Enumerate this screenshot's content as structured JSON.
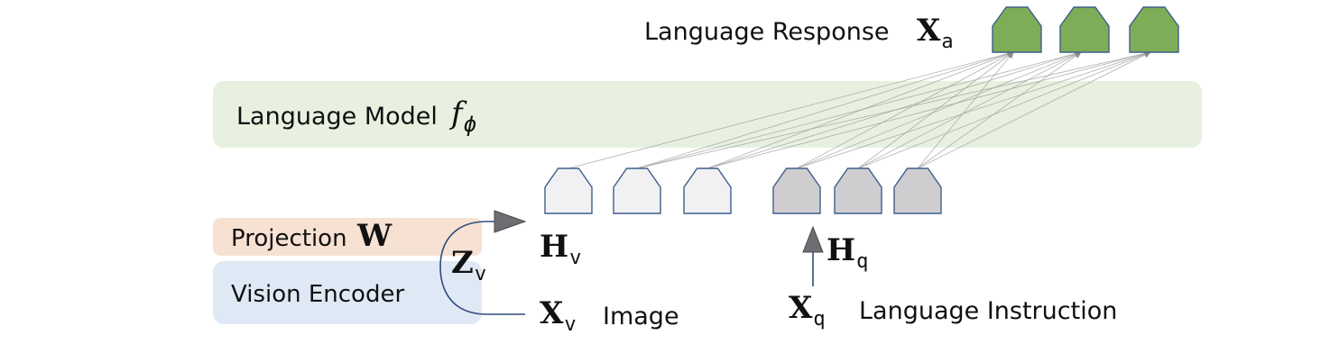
{
  "language_response": {
    "label": "Language Response",
    "symbol": "X",
    "subscript": "a"
  },
  "language_model": {
    "label": "Language Model",
    "symbol": "f",
    "subscript": "ϕ"
  },
  "projection": {
    "label": "Projection",
    "symbol": "W"
  },
  "vision_encoder": {
    "label": "Vision Encoder"
  },
  "visual_features": {
    "symbol": "Z",
    "subscript": "v"
  },
  "visual_tokens": {
    "symbol": "H",
    "subscript": "v"
  },
  "instruction_tokens": {
    "symbol": "H",
    "subscript": "q"
  },
  "image_input": {
    "symbol": "X",
    "subscript": "v",
    "label": "Image"
  },
  "instruction_input": {
    "symbol": "X",
    "subscript": "q",
    "label": "Language Instruction"
  },
  "colors": {
    "response_token_fill": "#7dad56",
    "visual_token_fill": "#f1f1f3",
    "instruction_token_fill": "#cfcdd0",
    "token_stroke": "#3f5f8c",
    "arrow_fill": "#6e6e72",
    "connector_stroke": "#2f4b7c",
    "model_box": "#e8f1df",
    "projection_box": "#f6e1d3",
    "encoder_box": "#dfe9f5"
  }
}
